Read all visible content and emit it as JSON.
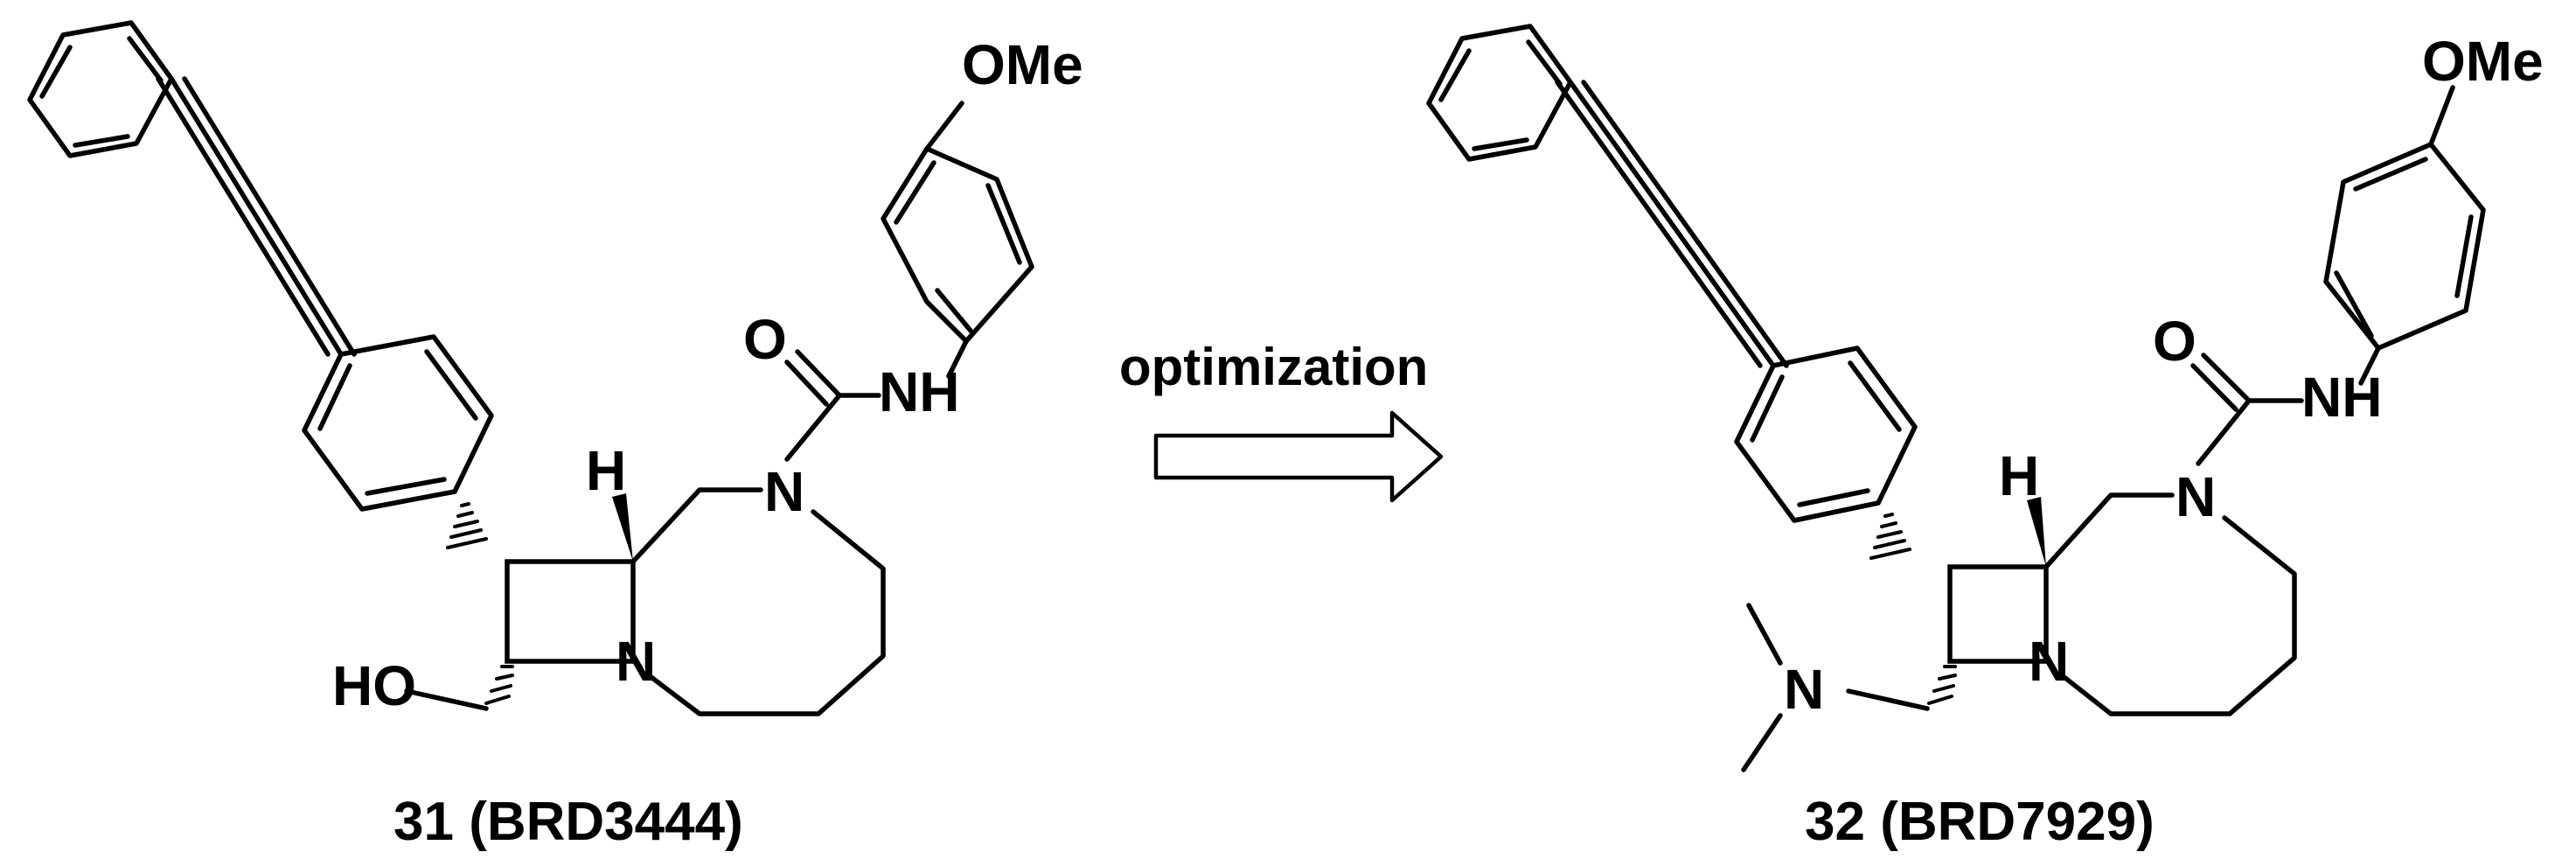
{
  "reaction_label": "optimization",
  "compounds": [
    {
      "caption": "31 (BRD3444)",
      "atoms": {
        "ome": "OMe",
        "o": "O",
        "nh": "NH",
        "n_ring": "N",
        "n_bridge": "N",
        "h": "H",
        "oh": "HO"
      }
    },
    {
      "caption": "32 (BRD7929)",
      "atoms": {
        "ome": "OMe",
        "o": "O",
        "nh": "NH",
        "n_ring": "N",
        "n_bridge": "N",
        "h": "H",
        "nme2": "N"
      }
    }
  ]
}
